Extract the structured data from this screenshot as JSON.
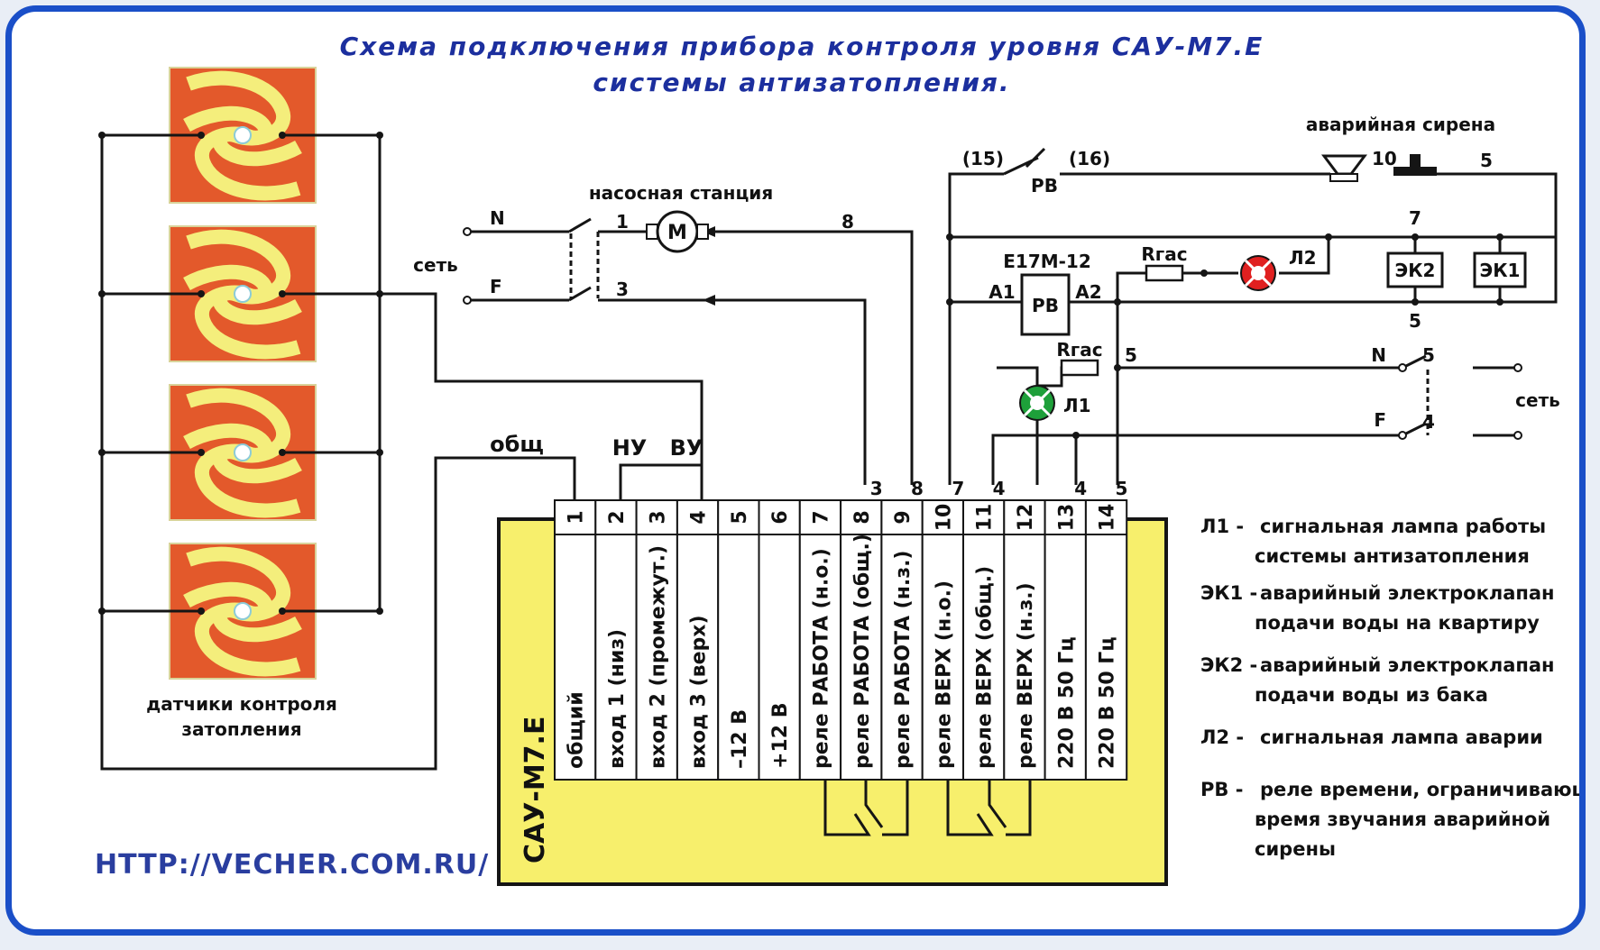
{
  "diagram": {
    "title_line1": "Схема подключения прибора контроля уровня САУ-М7.Е",
    "title_line2": "системы антизатопления.",
    "url": "HTTP://VECHER.COM.RU/"
  },
  "labels": {
    "sensors_line1": "датчики контроля",
    "sensors_line2": "затопления",
    "obsh": "общ",
    "nu": "НУ",
    "vu": "ВУ",
    "pump_station": "насосная станция",
    "motor": "М",
    "n": "N",
    "f": "F",
    "mains": "сеть",
    "wire_1": "1",
    "wire_3": "3",
    "wire_4": "4",
    "wire_5": "5",
    "wire_7": "7",
    "wire_8": "8",
    "wire_10": "10",
    "siren": "аварийная сирена",
    "c15": "(15)",
    "c16": "(16)",
    "rv": "РВ",
    "relay_model": "E17M-12",
    "a1": "A1",
    "a2": "A2",
    "rgas": "Rгас",
    "l1": "Л1",
    "l2": "Л2",
    "ek1": "ЭК1",
    "ek2": "ЭК2"
  },
  "unit": {
    "name": "САУ-М7.Е",
    "terminals": [
      {
        "num": "1",
        "label": "общий",
        "wire": ""
      },
      {
        "num": "2",
        "label": "вход 1 (низ)",
        "wire": ""
      },
      {
        "num": "3",
        "label": "вход 2 (промежут.)",
        "wire": ""
      },
      {
        "num": "4",
        "label": "вход 3 (верх)",
        "wire": ""
      },
      {
        "num": "5",
        "label": "–12 В",
        "wire": ""
      },
      {
        "num": "6",
        "label": "+12 В",
        "wire": ""
      },
      {
        "num": "7",
        "label": "реле РАБОТА (н.о.)",
        "wire": ""
      },
      {
        "num": "8",
        "label": "реле РАБОТА (общ.)",
        "wire": "3"
      },
      {
        "num": "9",
        "label": "реле РАБОТА (н.з.)",
        "wire": "8"
      },
      {
        "num": "10",
        "label": "реле ВЕРХ (н.о.)",
        "wire": "7"
      },
      {
        "num": "11",
        "label": "реле ВЕРХ (общ.)",
        "wire": "4"
      },
      {
        "num": "12",
        "label": "реле ВЕРХ (н.з.)",
        "wire": ""
      },
      {
        "num": "13",
        "label": "220 В 50 Гц",
        "wire": "4"
      },
      {
        "num": "14",
        "label": "220 В 50 Гц",
        "wire": "5"
      }
    ]
  },
  "legend": [
    {
      "key": "Л1",
      "line1": "сигнальная лампа работы",
      "line2": "системы антизатопления",
      "line3": ""
    },
    {
      "key": "ЭК1",
      "line1": "аварийный электроклапан",
      "line2": "подачи воды на квартиру",
      "line3": ""
    },
    {
      "key": "ЭК2",
      "line1": "аварийный электроклапан",
      "line2": "подачи воды из бака",
      "line3": ""
    },
    {
      "key": "Л2",
      "line1": "сигнальная лампа аварии",
      "line2": "",
      "line3": ""
    },
    {
      "key": "РВ",
      "line1": "реле времени, ограничивающее",
      "line2": "время звучания аварийной",
      "line3": "сирены"
    }
  ]
}
